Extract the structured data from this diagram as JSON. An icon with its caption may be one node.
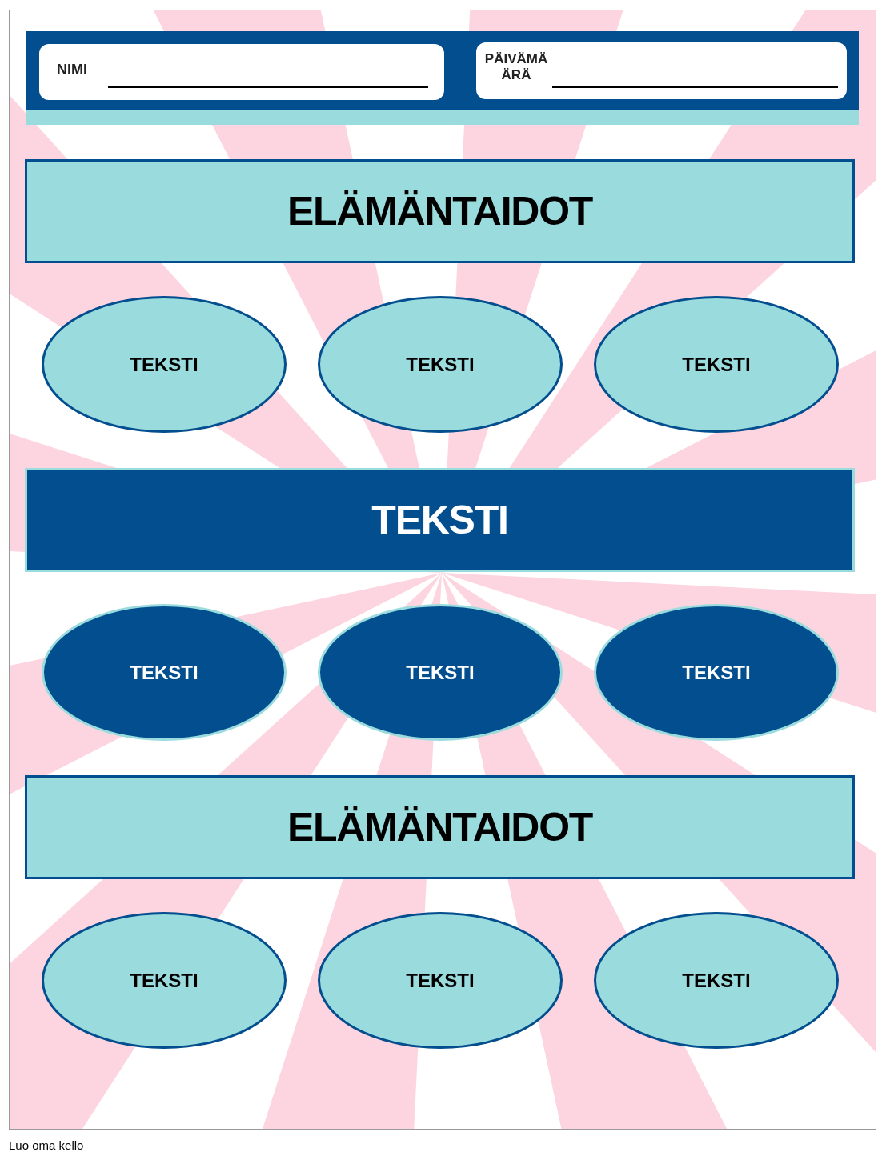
{
  "diagram": {
    "caption": "Luo oma kello",
    "nodes": [
      {
        "text": [
          "ELÄMÄNTAIDOT"
        ]
      },
      {
        "text": [
          "TEKSTI"
        ]
      },
      {
        "text": [
          "TEKSTI"
        ]
      },
      {
        "text": [
          "TEKSTI"
        ]
      },
      {
        "text": [
          "TEKSTI"
        ]
      },
      {
        "text": [
          "TEKSTI"
        ]
      },
      {
        "text": [
          "TEKSTI"
        ]
      },
      {
        "text": [
          "TEKSTI"
        ]
      },
      {
        "text": [
          "ELÄMÄNTAIDOT"
        ]
      },
      {
        "text": [
          "TEKSTI"
        ]
      },
      {
        "text": [
          "TEKSTI"
        ]
      },
      {
        "text": [
          "TEKSTI"
        ]
      }
    ],
    "labels": [
      "NIMI",
      "PÄIVÄMÄÄRÄ"
    ]
  }
}
